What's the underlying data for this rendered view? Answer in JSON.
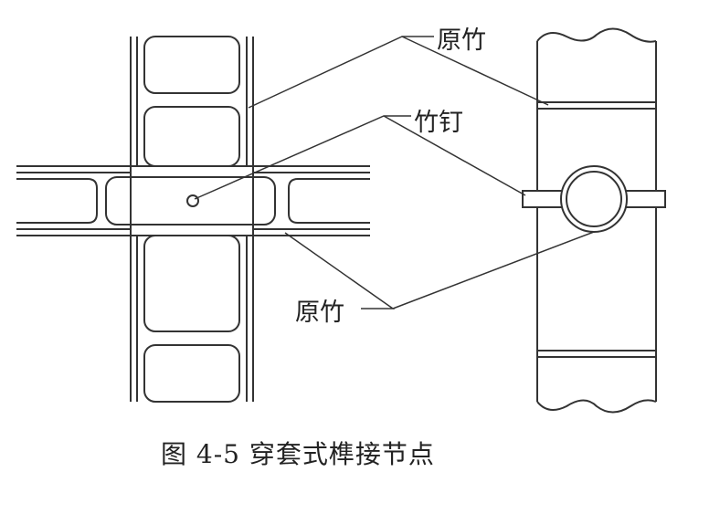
{
  "labels": {
    "top_bamboo": "原竹",
    "bamboo_nail": "竹钉",
    "bottom_bamboo": "原竹"
  },
  "caption": "图 4-5 穿套式榫接节点"
}
